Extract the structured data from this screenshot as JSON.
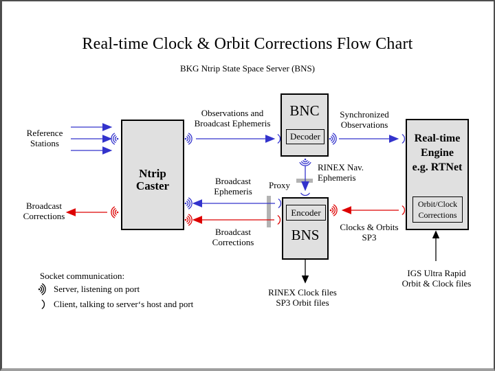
{
  "colors": {
    "blue": "#3333cc",
    "red": "#dd0000",
    "black": "#000000",
    "box_fill": "#e0e0e0",
    "box_border": "#000000",
    "proxy_gray": "#b3b3b3",
    "frame_dark": "#4d4d4d",
    "frame_light": "#9e9e9e",
    "background": "#ffffff"
  },
  "header": {
    "title": "Real-time Clock & Orbit Corrections Flow Chart",
    "subtitle": "BKG Ntrip State Space Server (BNS)"
  },
  "nodes": {
    "ntrip_caster": {
      "lines": [
        "Ntrip",
        "Caster"
      ]
    },
    "bnc": {
      "title": "BNC",
      "module": "Decoder"
    },
    "bns": {
      "title": "BNS",
      "module": "Encoder"
    },
    "engine": {
      "lines": [
        "Real-time",
        "Engine",
        "e.g. RTNet"
      ],
      "module_lines": [
        "Orbit/Clock",
        "Corrections"
      ]
    }
  },
  "labels": {
    "reference_stations": [
      "Reference",
      "Stations"
    ],
    "broadcast_corrections_left": [
      "Broadcast",
      "Corrections"
    ],
    "observations": [
      "Observations and",
      "Broadcast Ephemeris"
    ],
    "synchronized": [
      "Synchronized",
      "Observations"
    ],
    "rinex_nav": [
      "RINEX Nav.",
      "Ephemeris"
    ],
    "proxy": "Proxy",
    "broadcast_ephemeris": [
      "Broadcast",
      "Ephemeris"
    ],
    "broadcast_corrections_mid": [
      "Broadcast",
      "Corrections"
    ],
    "clocks_orbits": [
      "Clocks & Orbits",
      "SP3"
    ],
    "rinex_outputs": [
      "RINEX Clock files",
      "SP3 Orbit files"
    ],
    "igs": [
      "IGS Ultra Rapid",
      "Orbit & Clock files"
    ]
  },
  "legend": {
    "title": "Socket communication:",
    "server": "Server, listening on port",
    "client": "Client, talking to server‘s host and port"
  },
  "icons": {
    "server": "socket-server-icon",
    "client": "socket-client-icon"
  }
}
